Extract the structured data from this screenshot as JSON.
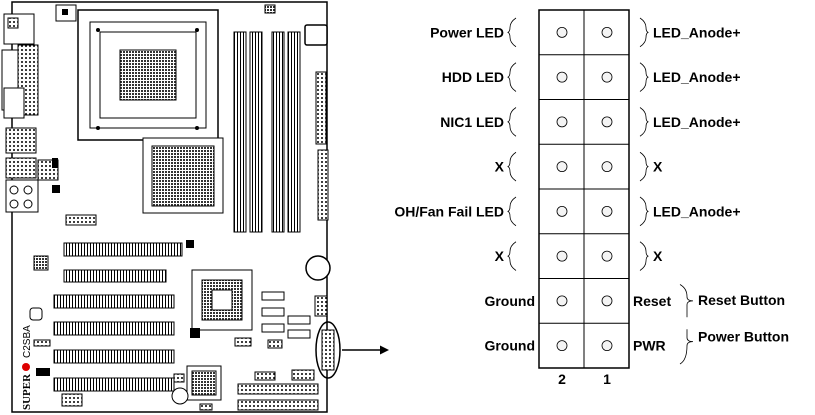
{
  "board": {
    "brand": "SUPER",
    "model": "C2SBA"
  },
  "connector": {
    "rows": [
      {
        "left": "Power LED",
        "right": "LED_Anode+",
        "right_label": "",
        "right_far": ""
      },
      {
        "left": "HDD LED",
        "right": "LED_Anode+",
        "right_label": "",
        "right_far": ""
      },
      {
        "left": "NIC1 LED",
        "right": "LED_Anode+",
        "right_label": "",
        "right_far": ""
      },
      {
        "left": "X",
        "right": "X",
        "right_label": "",
        "right_far": ""
      },
      {
        "left": "OH/Fan Fail LED",
        "right": "LED_Anode+",
        "right_label": "",
        "right_far": ""
      },
      {
        "left": "X",
        "right": "X",
        "right_label": "",
        "right_far": ""
      },
      {
        "left": "Ground",
        "right": "",
        "right_label": "Reset",
        "right_far": "Reset Button"
      },
      {
        "left": "Ground",
        "right": "",
        "right_label": "PWR",
        "right_far": "Power Button"
      }
    ],
    "column_labels": [
      "2",
      "1"
    ]
  }
}
